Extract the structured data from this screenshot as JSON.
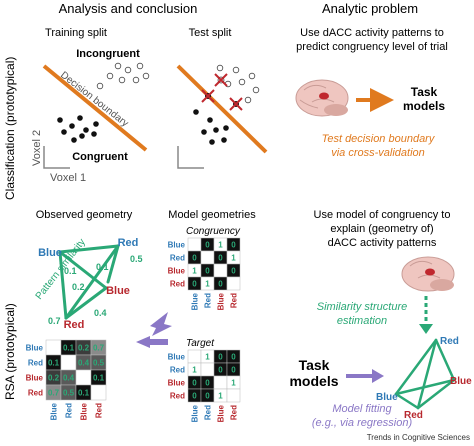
{
  "headers": {
    "analysis": "Analysis and conclusion",
    "analytic": "Analytic problem"
  },
  "row_labels": {
    "classification": "Classification (prototypical)",
    "rsa": "RSA (prototypical)"
  },
  "classification": {
    "training_title": "Training split",
    "test_title": "Test split",
    "incongruent": "Incongruent",
    "congruent": "Congruent",
    "decision_boundary": "Decision boundary",
    "voxel1": "Voxel 1",
    "voxel2": "Voxel 2",
    "analytic_text_1": "Use dACC activity patterns to",
    "analytic_text_2": "predict congruency level of trial",
    "task_models_1": "Task",
    "task_models_2": "models",
    "test_boundary_1": "Test decision boundary",
    "test_boundary_2": "via cross-validation"
  },
  "rsa": {
    "observed_title": "Observed geometry",
    "model_title": "Model geometries",
    "pattern_similarity": "Pattern similarity",
    "congruency": "Congruency",
    "target": "Target",
    "observed_nodes": [
      "Blue",
      "Red",
      "Blue",
      "Red"
    ],
    "observed_edges": [
      "0.1",
      "0.2",
      "0.5",
      "0.4",
      "0.7",
      "0.1"
    ],
    "matrix_labels": [
      "Blue",
      "Red",
      "Blue",
      "Red"
    ],
    "observed_matrix": [
      [
        "",
        "0.1",
        "0.2",
        "0.7"
      ],
      [
        "0.1",
        "",
        "0.4",
        "0.5"
      ],
      [
        "0.2",
        "0.4",
        "",
        "0.1"
      ],
      [
        "0.7",
        "0.5",
        "0.1",
        ""
      ]
    ],
    "congruency_matrix": [
      [
        "",
        "0",
        "1",
        "0"
      ],
      [
        "0",
        "",
        "0",
        "1"
      ],
      [
        "1",
        "0",
        "",
        "0"
      ],
      [
        "0",
        "1",
        "0",
        ""
      ]
    ],
    "target_matrix": [
      [
        "",
        "1",
        "0",
        "0"
      ],
      [
        "1",
        "",
        "0",
        "0"
      ],
      [
        "0",
        "0",
        "",
        "1"
      ],
      [
        "0",
        "0",
        "1",
        ""
      ]
    ],
    "analytic_text_1": "Use model of congruency to",
    "analytic_text_2": "explain (geometry of)",
    "analytic_text_3": "dACC activity patterns",
    "similarity_1": "Similarity structure",
    "similarity_2": "estimation",
    "task_models_1": "Task",
    "task_models_2": "models",
    "fitting_1": "Model fitting",
    "fitting_2": "(e.g., via regression)",
    "small_nodes": [
      "Red",
      "Blue",
      "Blue",
      "Red"
    ]
  },
  "footer": "Trends in Cognitive Sciences",
  "colors": {
    "blue": "#2f79b5",
    "red": "#b7282e",
    "orange": "#e07a1f",
    "green": "#2aa876",
    "purple": "#8a77c6",
    "grey": "#9e9e9e",
    "dark_grey": "#666666"
  }
}
